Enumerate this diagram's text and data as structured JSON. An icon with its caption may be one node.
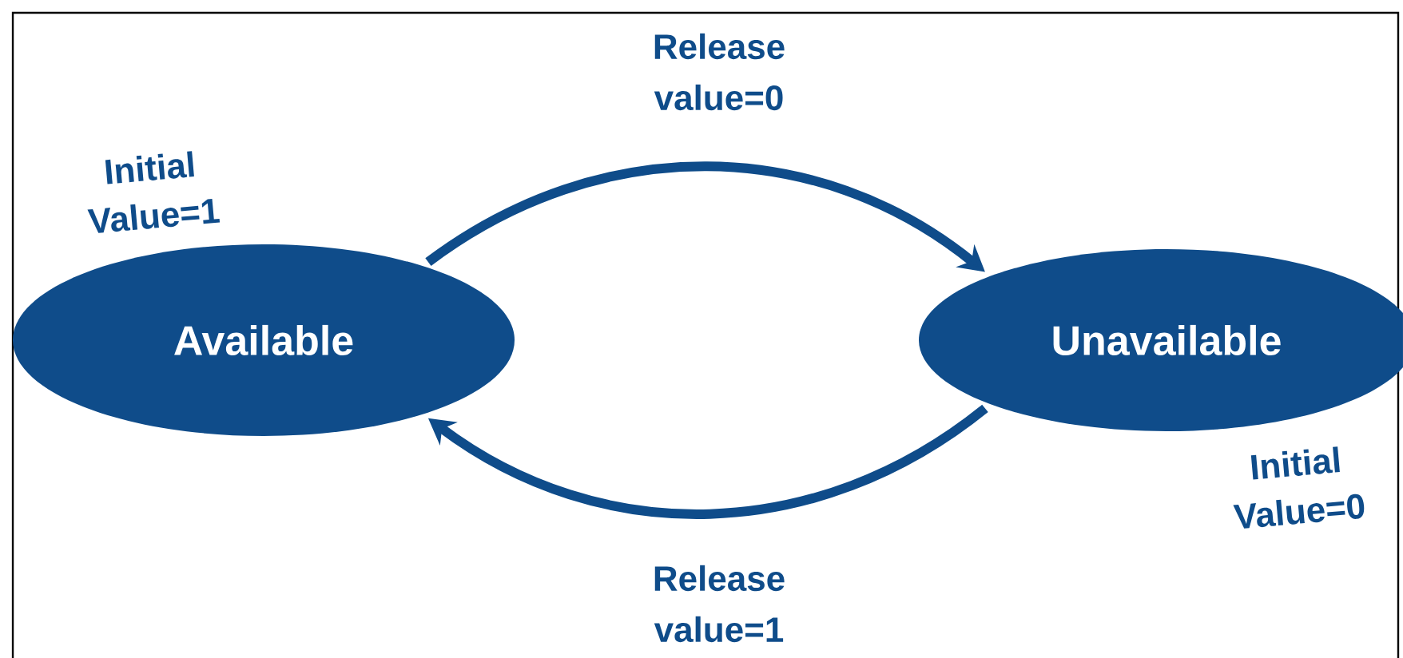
{
  "diagram": {
    "nodes": [
      {
        "text": [
          "Available"
        ],
        "beside": [
          "Initial Value=1"
        ]
      },
      {
        "text": [
          "Unavailable"
        ],
        "beside": [
          "Initial Value=0"
        ]
      }
    ],
    "edges": [
      {
        "from": 0,
        "to": 1,
        "arrow": "to",
        "label": "Release value=0"
      },
      {
        "from": 1,
        "to": 0,
        "arrow": "to",
        "label": "Release value=1"
      }
    ]
  }
}
